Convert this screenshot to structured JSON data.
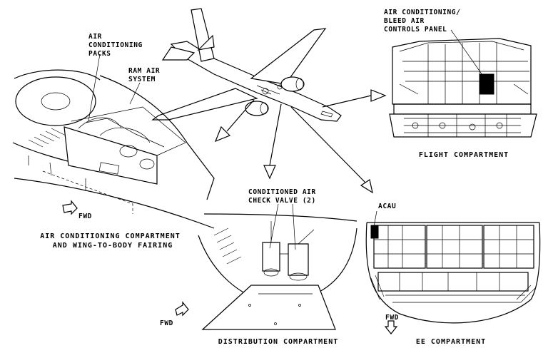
{
  "diagram": {
    "labels": {
      "ac_packs": [
        "AIR",
        "CONDITIONING",
        "PACKS"
      ],
      "ram_air": [
        "RAM AIR",
        "SYSTEM"
      ],
      "ac_compartment": [
        "AIR CONDITIONING COMPARTMENT",
        "AND WING-TO-BODY FAIRING"
      ],
      "fwd_1": "FWD",
      "bleed_panel": [
        "AIR CONDITIONING/",
        "BLEED AIR",
        "CONTROLS PANEL"
      ],
      "flight_compartment": "FLIGHT COMPARTMENT",
      "check_valve": [
        "CONDITIONED AIR",
        "CHECK VALVE (2)"
      ],
      "fwd_2": "FWD",
      "distribution_compartment": "DISTRIBUTION COMPARTMENT",
      "acau": "ACAU",
      "fwd_3": "FWD",
      "ee_compartment": "EE COMPARTMENT"
    }
  }
}
